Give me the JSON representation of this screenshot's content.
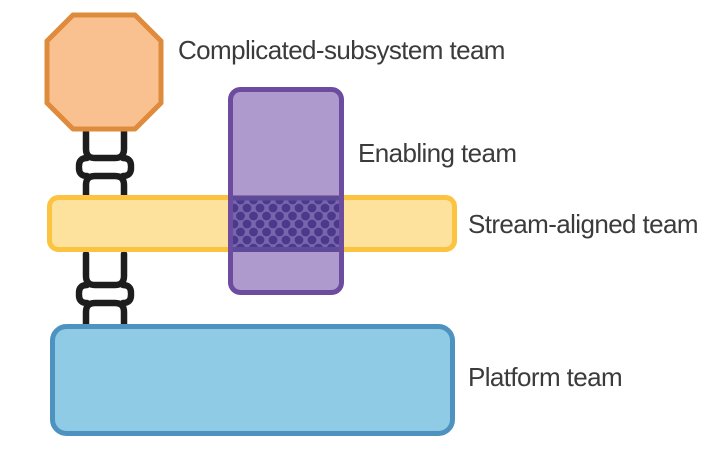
{
  "diagram": {
    "name": "team-topologies-team-types",
    "background": "#ffffff",
    "teams": [
      {
        "id": "complicated-subsystem",
        "label": "Complicated-subsystem team",
        "shape": "octagon",
        "fill": "#F8C18F",
        "border": "#DE8C3B"
      },
      {
        "id": "enabling",
        "label": "Enabling team",
        "shape": "vertical-rectangle",
        "fill": "#A791C8",
        "border": "#6C4C9E"
      },
      {
        "id": "stream-aligned",
        "label": "Stream-aligned team",
        "shape": "horizontal-bar",
        "fill": "#FDE29D",
        "border": "#FBC33F"
      },
      {
        "id": "platform",
        "label": "Platform team",
        "shape": "rounded-rectangle",
        "fill": "#90CBE5",
        "border": "#4E93BF"
      }
    ],
    "interactions": [
      {
        "type": "x-as-a-service",
        "between": [
          "complicated-subsystem",
          "stream-aligned"
        ],
        "symbol": "facing-brackets"
      },
      {
        "type": "collaboration",
        "between": [
          "enabling",
          "stream-aligned"
        ],
        "symbol": "dotted-overlap"
      },
      {
        "type": "x-as-a-service",
        "between": [
          "stream-aligned",
          "platform"
        ],
        "symbol": "facing-brackets"
      }
    ],
    "overlap": {
      "background": "#7766AE",
      "dot": "#4B3A8B",
      "edge": "#5D4A99"
    },
    "colors": {
      "connector": "#1D1D1D",
      "text": "#3B3B3B"
    }
  }
}
